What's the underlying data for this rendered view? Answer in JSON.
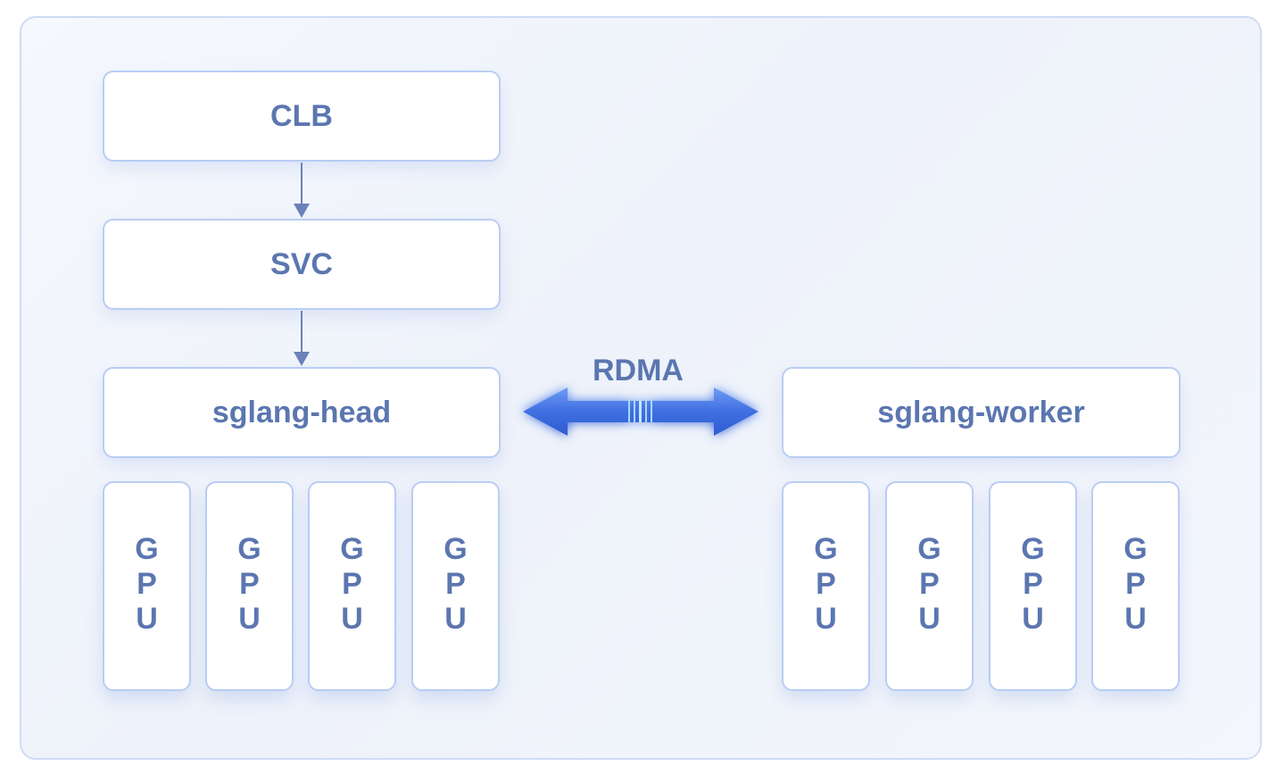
{
  "diagram": {
    "nodes": {
      "clb": "CLB",
      "svc": "SVC",
      "head": "sglang-head",
      "worker": "sglang-worker"
    },
    "link_label": "RDMA",
    "head_gpus": [
      "GPU",
      "GPU",
      "GPU",
      "GPU"
    ],
    "worker_gpus": [
      "GPU",
      "GPU",
      "GPU",
      "GPU"
    ],
    "colors": {
      "text": "#5b76b0",
      "border": "#b9cdf4",
      "arrow": "#3f6fe0",
      "connector": "#6a82b8"
    }
  }
}
